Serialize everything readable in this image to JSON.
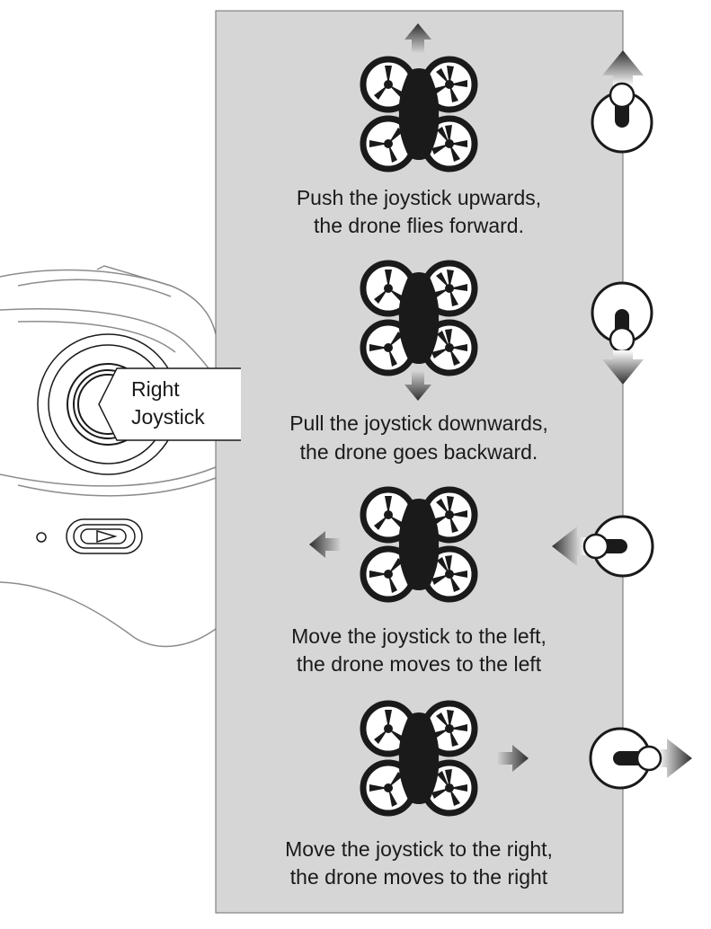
{
  "callout": {
    "line1": "Right",
    "line2": "Joystick"
  },
  "steps": [
    {
      "line1": "Push the joystick upwards,",
      "line2": "the drone flies forward."
    },
    {
      "line1": "Pull the joystick downwards,",
      "line2": "the drone goes backward."
    },
    {
      "line1": "Move the joystick to the left,",
      "line2": "the drone moves to the left"
    },
    {
      "line1": "Move the joystick to the right,",
      "line2": "the drone moves to the right"
    }
  ],
  "colors": {
    "panel": "#d6d6d6",
    "ink": "#1a1a1a",
    "line": "#8c8c8c"
  }
}
